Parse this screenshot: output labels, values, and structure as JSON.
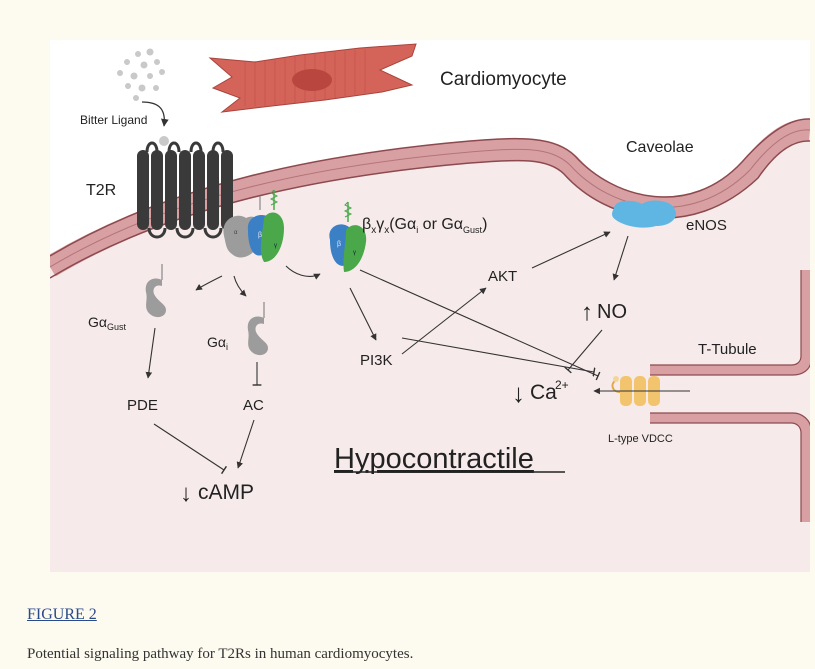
{
  "diagram": {
    "labels": {
      "bitter_ligand": "Bitter Ligand",
      "cardiomyocyte": "Cardiomyocyte",
      "t2r": "T2R",
      "caveolae": "Caveolae",
      "enos": "eNOS",
      "akt": "AKT",
      "no": "NO",
      "t_tubule": "T-Tubule",
      "pi3k": "PI3K",
      "pde": "PDE",
      "ac": "AC",
      "camp": "cAMP",
      "ca": "Ca",
      "ca_sup": "2+",
      "l_type_vdcc": "L-type VDCC",
      "hypocontractile": "Hypocontractile",
      "up_arrow": "↑",
      "down_arrow": "↓"
    },
    "galpha_gust": {
      "base": "Gα",
      "sub": "Gust"
    },
    "galpha_i": {
      "base": "Gα",
      "sub": "i"
    },
    "beta_gamma": {
      "b": "β",
      "x1": "x",
      "g": "γ",
      "x2": "x",
      "open": "(Gα",
      "i": "i",
      "or": " or Gα",
      "gust": "Gust",
      "close": ")"
    },
    "subunit_glyphs": {
      "alpha": "α",
      "beta": "β",
      "gamma": "γ"
    },
    "colors": {
      "membrane": "#d9a0a3",
      "membrane_edge": "#8c4a4e",
      "cytoplasm": "#f6ebea",
      "enos": "#5fb6e2",
      "vdcc": "#f2c46d",
      "receptor": "#3a3a3a",
      "galpha": "#9c9c9c",
      "gbeta": "#3b7fc4",
      "ggamma": "#4aa84a",
      "cardiomyocyte_cell": "#d4645a"
    }
  },
  "figure_link": "FIGURE 2",
  "caption": "Potential signaling pathway for T2Rs in human cardiomyocytes."
}
